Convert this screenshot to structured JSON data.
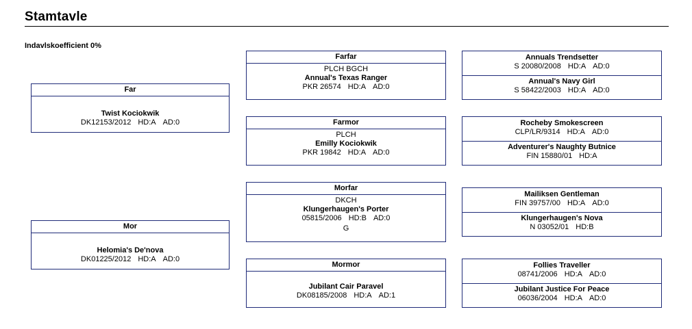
{
  "title": "Stamtavle",
  "inbreeding": "Indavlskoefficient 0%",
  "far": {
    "header": "Far",
    "name": "Twist Kociokwik",
    "reg": "DK12153/2012",
    "hd": "HD:A",
    "ad": "AD:0"
  },
  "mor": {
    "header": "Mor",
    "name": "Helomia's De'nova",
    "reg": "DK01225/2012",
    "hd": "HD:A",
    "ad": "AD:0"
  },
  "farfar": {
    "header": "Farfar",
    "titles": "PLCH BGCH",
    "name": "Annual's Texas Ranger",
    "reg": "PKR 26574",
    "hd": "HD:A",
    "ad": "AD:0"
  },
  "farmor": {
    "header": "Farmor",
    "titles": "PLCH",
    "name": "Emilly Kociokwik",
    "reg": "PKR 19842",
    "hd": "HD:A",
    "ad": "AD:0"
  },
  "morfar": {
    "header": "Morfar",
    "titles": "DKCH",
    "name": "Klungerhaugen's Porter",
    "reg": "05815/2006",
    "hd": "HD:B",
    "ad": "AD:0",
    "extra": "G"
  },
  "mormor": {
    "header": "Mormor",
    "name": "Jubilant Cair Paravel",
    "reg": "DK08185/2008",
    "hd": "HD:A",
    "ad": "AD:1"
  },
  "ggp": [
    {
      "name": "Annuals Trendsetter",
      "reg": "S 20080/2008",
      "hd": "HD:A",
      "ad": "AD:0"
    },
    {
      "name": "Annual's Navy Girl",
      "reg": "S 58422/2003",
      "hd": "HD:A",
      "ad": "AD:0"
    },
    {
      "name": "Rocheby Smokescreen",
      "reg": "CLP/LR/9314",
      "hd": "HD:A",
      "ad": "AD:0"
    },
    {
      "name": "Adventurer's Naughty Butnice",
      "reg": "FIN 15880/01",
      "hd": "HD:A",
      "ad": ""
    },
    {
      "name": "Mailiksen Gentleman",
      "reg": "FIN 39757/00",
      "hd": "HD:A",
      "ad": "AD:0"
    },
    {
      "name": "Klungerhaugen's Nova",
      "reg": "N 03052/01",
      "hd": "HD:B",
      "ad": ""
    },
    {
      "name": "Follies Traveller",
      "reg": "08741/2006",
      "hd": "HD:A",
      "ad": "AD:0"
    },
    {
      "name": "Jubilant Justice For Peace",
      "reg": "06036/2004",
      "hd": "HD:A",
      "ad": "AD:0"
    }
  ]
}
